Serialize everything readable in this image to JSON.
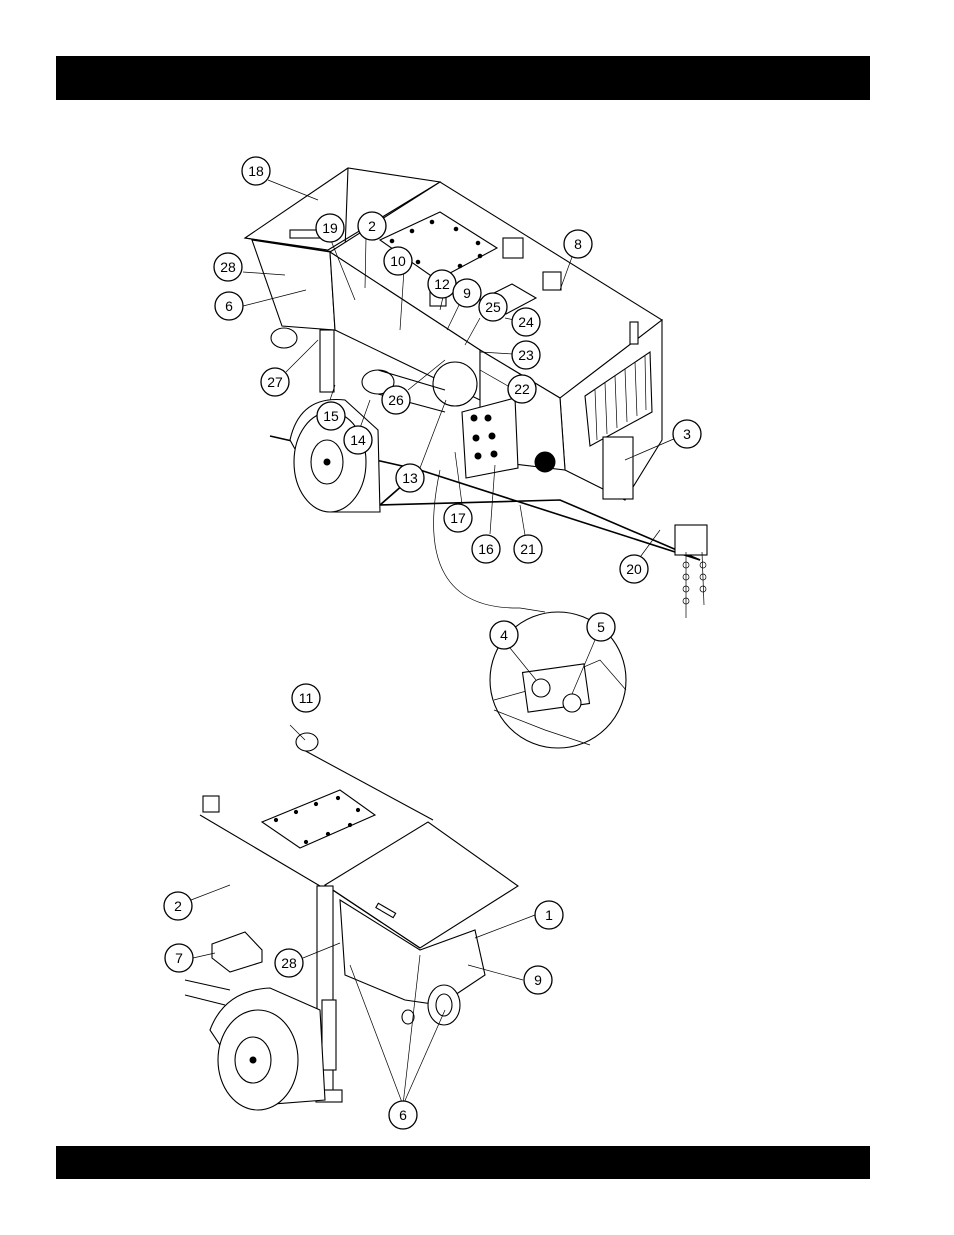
{
  "page": {
    "header_text": "",
    "footer_text": ""
  },
  "callouts_top": [
    "18",
    "19",
    "2",
    "28",
    "10",
    "12",
    "9",
    "8",
    "6",
    "25",
    "24",
    "23",
    "22",
    "27",
    "26",
    "15",
    "14",
    "13",
    "3",
    "17",
    "16",
    "21",
    "20",
    "4",
    "5"
  ],
  "callouts_bottom": [
    "11",
    "2",
    "1",
    "7",
    "28",
    "9",
    "6"
  ]
}
